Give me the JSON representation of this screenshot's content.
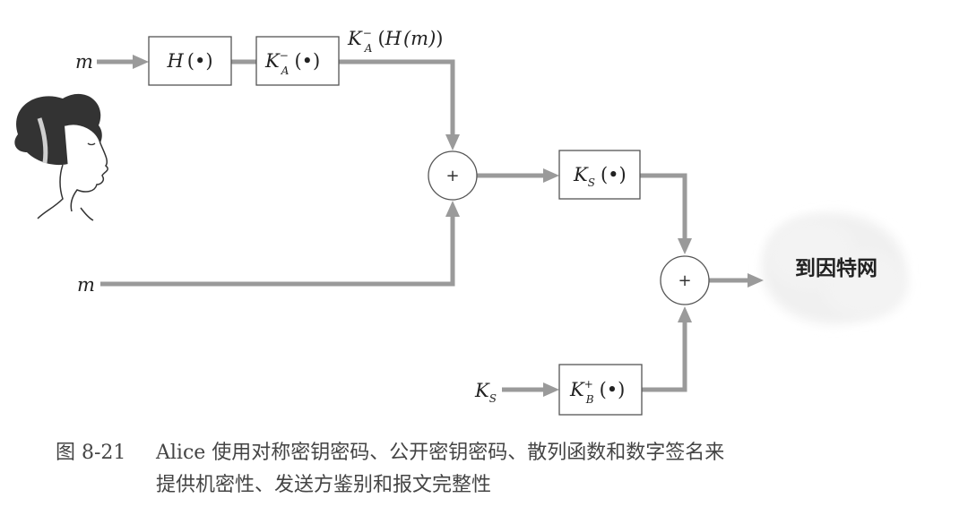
{
  "diagram": {
    "inputs": {
      "m_top": "m",
      "m_bottom": "m",
      "ks": "K",
      "ks_sub": "S"
    },
    "boxes": {
      "hash": {
        "fn": "H",
        "arg": "(•)"
      },
      "alice_private": {
        "key": "K",
        "sup": "−",
        "sub": "A",
        "arg": "(•)"
      },
      "session": {
        "key": "K",
        "sub": "S",
        "arg": "(•)"
      },
      "bob_public": {
        "key": "K",
        "sup": "+",
        "sub": "B",
        "arg": "(•)"
      }
    },
    "signature_label": {
      "key": "K",
      "sup": "−",
      "sub": "A",
      "open": "(",
      "fn": "H",
      "m": "(m)",
      "close": ")"
    },
    "operators": {
      "plus1": "+",
      "plus2": "+"
    },
    "destination": "到因特网"
  },
  "caption": {
    "number": "图 8-21",
    "line1": "Alice 使用对称密钥密码、公开密钥密码、散列函数和数字签名来",
    "line2": "提供机密性、发送方鉴别和报文完整性"
  },
  "colors": {
    "arrow": "#9a9a9a",
    "box_stroke": "#555555",
    "cloud": "#f2f2f2"
  }
}
